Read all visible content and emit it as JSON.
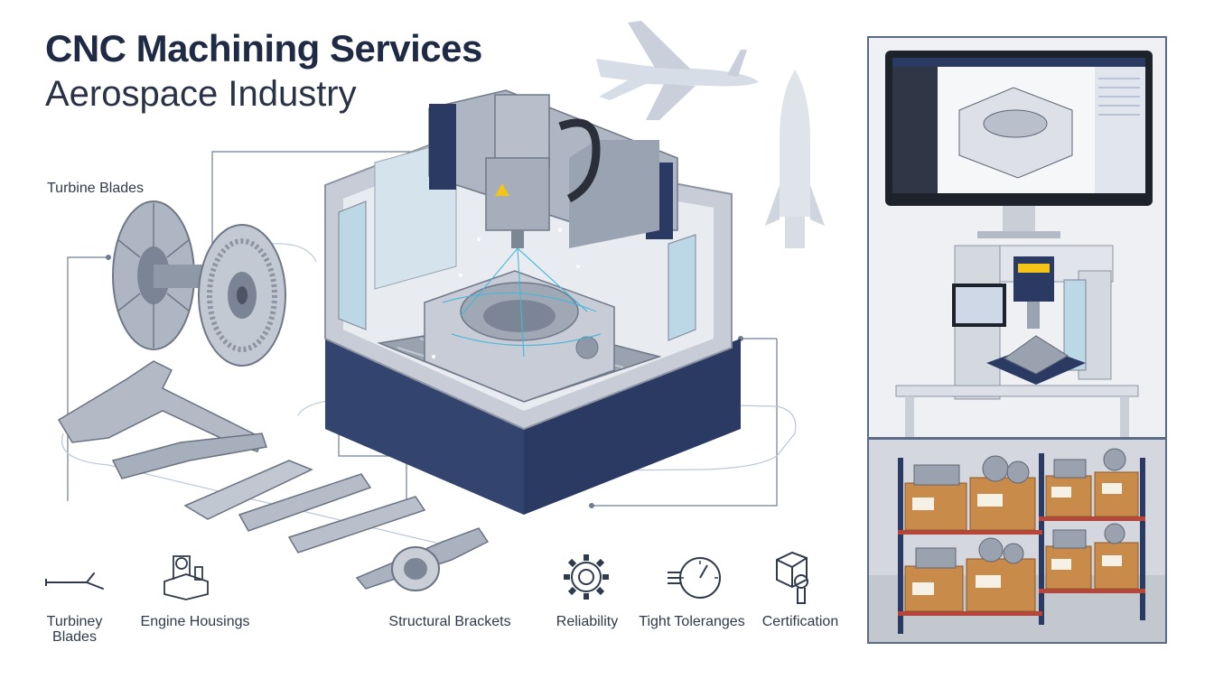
{
  "header": {
    "title": "CNC Machining Services",
    "subtitle": "Aerospace Industry"
  },
  "callouts": {
    "turbine_blades": "Turbine Blades"
  },
  "bottom_icons": [
    {
      "icon": "wrench-icon",
      "label_line1": "Turbiney",
      "label_line2": "Blades"
    },
    {
      "icon": "engine-housing-icon",
      "label": "Engine Housings"
    },
    {
      "icon": "bracket-icon",
      "label": "Structural Brackets"
    },
    {
      "icon": "gear-icon",
      "label": "Reliability"
    },
    {
      "icon": "gauge-icon",
      "label": "Tight Toleranges"
    },
    {
      "icon": "certification-icon",
      "label": "Certification"
    }
  ],
  "colors": {
    "navy": "#2b3a63",
    "steel": "#9aa3b2",
    "accent_blue": "#43b7d8",
    "warning_yellow": "#f2c516",
    "crate": "#c98b4a"
  }
}
